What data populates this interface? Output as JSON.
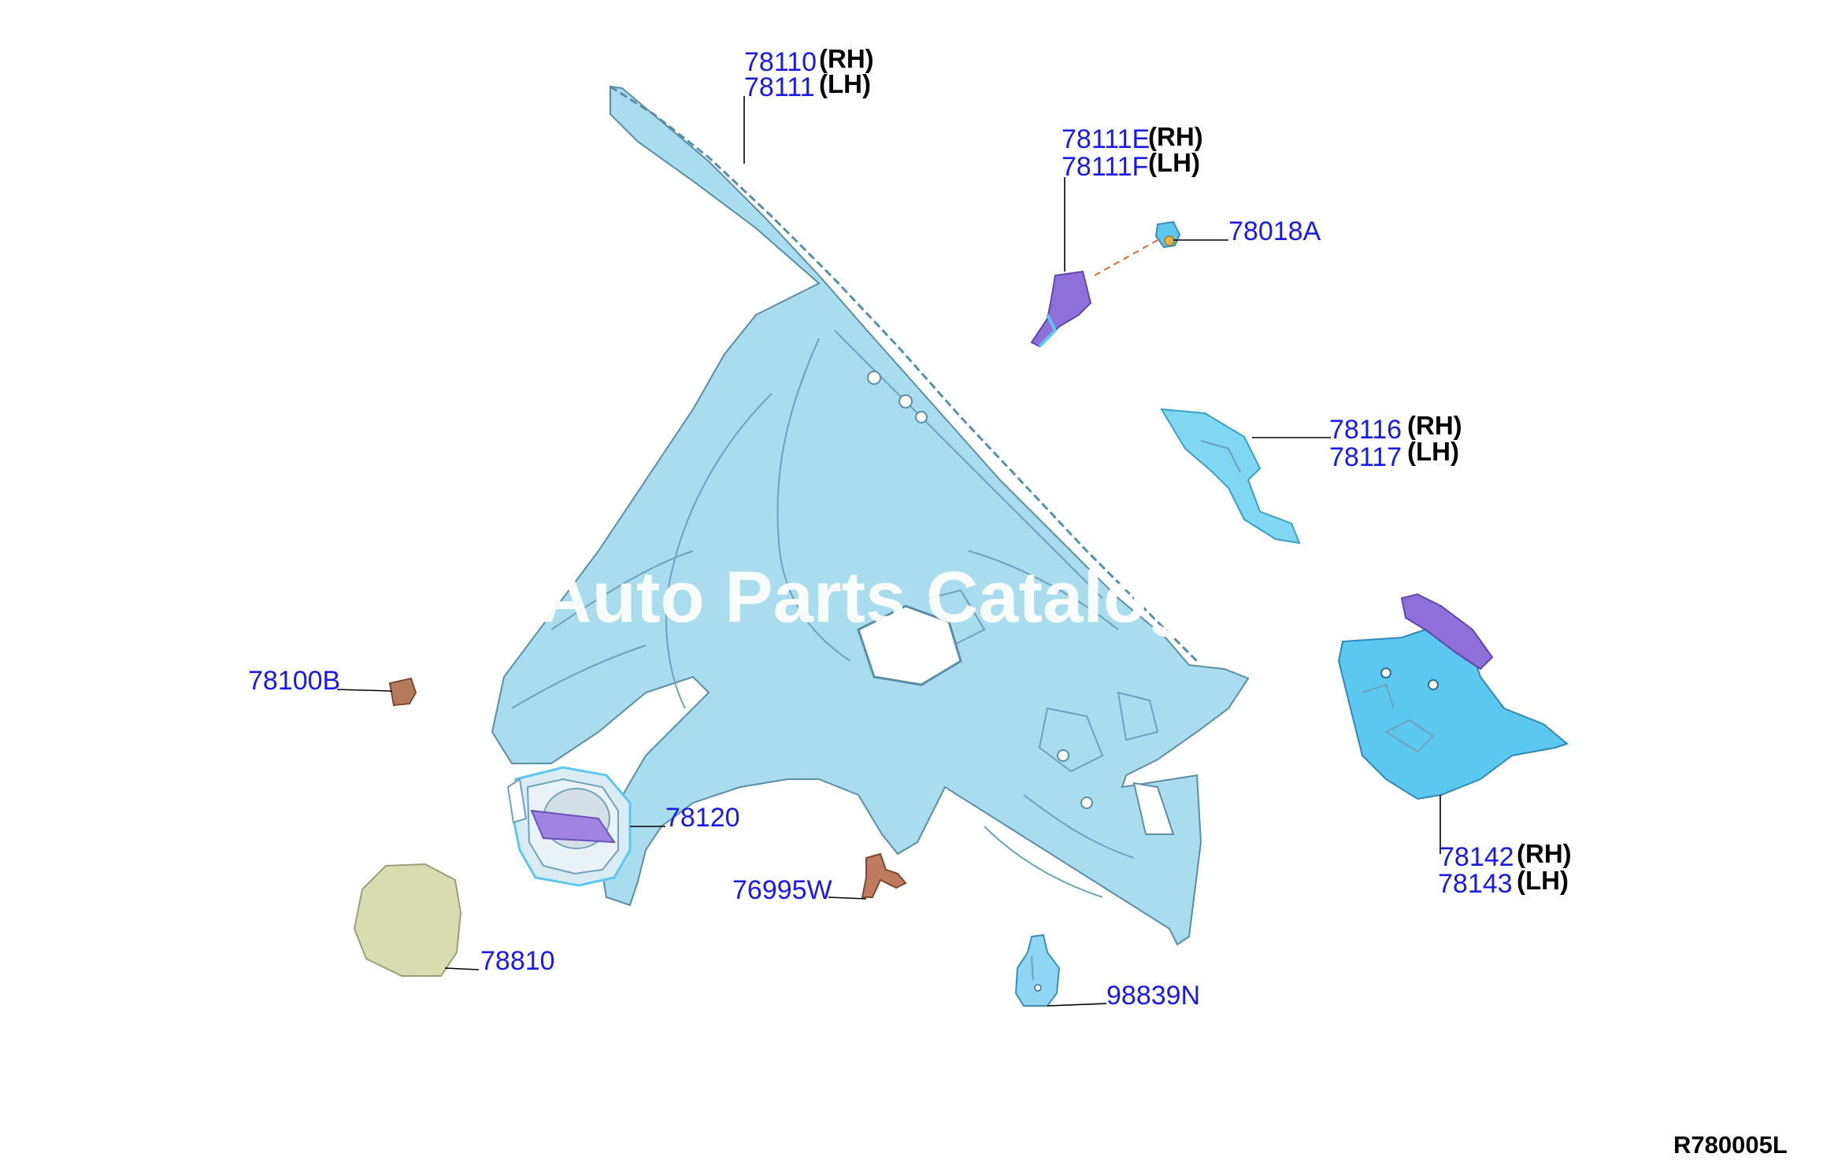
{
  "callouts": {
    "c78110": {
      "num": "78110",
      "side": "(RH)"
    },
    "c78111": {
      "num": "78111",
      "side": "(LH)"
    },
    "c78111E": {
      "num": "78111E",
      "side": "(RH)"
    },
    "c78111F": {
      "num": "78111F",
      "side": "(LH)"
    },
    "c78018A": {
      "num": "78018A"
    },
    "c78116": {
      "num": "78116",
      "side": "(RH)"
    },
    "c78117": {
      "num": "78117",
      "side": "(LH)"
    },
    "c78100B": {
      "num": "78100B"
    },
    "c78120": {
      "num": "78120"
    },
    "c76995W": {
      "num": "76995W"
    },
    "c78810": {
      "num": "78810"
    },
    "c98839N": {
      "num": "98839N"
    },
    "c78142": {
      "num": "78142",
      "side": "(RH)"
    },
    "c78143": {
      "num": "78143",
      "side": "(LH)"
    }
  },
  "watermark": "unt Auto Parts Catalog",
  "diagram_code": "R780005L",
  "colors": {
    "panel": "#a9dced",
    "bracket_purple": "#8f6fd9",
    "bright_blue": "#5cc8f0",
    "cap_olive": "#d8dcae",
    "bolt_brown": "#b47a5c"
  }
}
